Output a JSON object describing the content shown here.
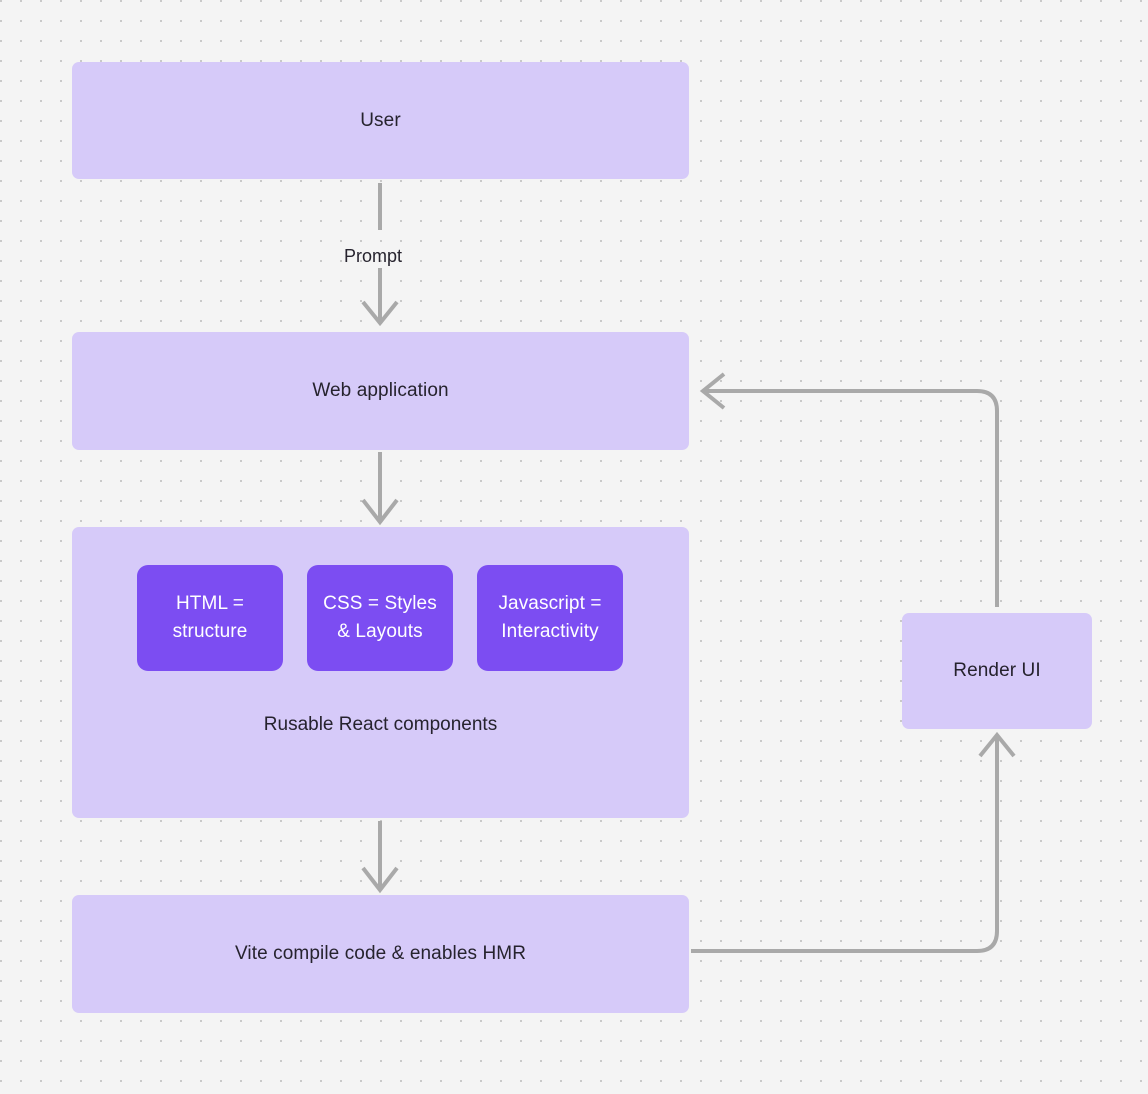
{
  "canvas": {
    "background_color": "#f4f4f4",
    "dot_color": "#c9c9c9",
    "node_fill": "#d6caf9",
    "inner_node_fill": "#7c4df2",
    "text_color": "#26232e",
    "inner_text_color": "#ffffff",
    "edge_color": "#a9a9a9"
  },
  "nodes": {
    "user": {
      "label": "User"
    },
    "webapp": {
      "label": "Web application"
    },
    "components": {
      "caption": "Rusable React components",
      "children": [
        {
          "label": "HTML =\nstructure"
        },
        {
          "label": "CSS = Styles\n& Layouts"
        },
        {
          "label": "Javascript =\nInteractivity"
        }
      ]
    },
    "vite": {
      "label": "Vite compile code & enables HMR"
    },
    "render": {
      "label": "Render UI"
    }
  },
  "edges": [
    {
      "id": "user-to-webapp",
      "label": "Prompt",
      "from": "user",
      "to": "webapp"
    },
    {
      "id": "webapp-to-components",
      "label": "",
      "from": "webapp",
      "to": "components"
    },
    {
      "id": "components-to-vite",
      "label": "",
      "from": "components",
      "to": "vite"
    },
    {
      "id": "vite-to-render",
      "label": "",
      "from": "vite",
      "to": "render"
    },
    {
      "id": "render-to-webapp",
      "label": "",
      "from": "render",
      "to": "webapp"
    }
  ]
}
